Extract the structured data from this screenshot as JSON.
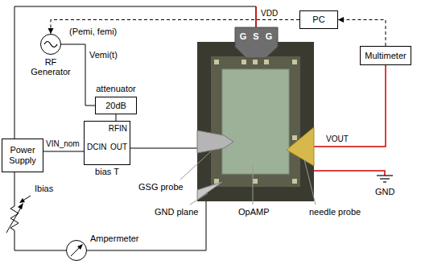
{
  "diagram": {
    "nodes": [
      {
        "text": [
          "PC"
        ]
      },
      {
        "text": [
          "Multimeter"
        ]
      },
      {
        "text": [
          "RF Generator"
        ]
      },
      {
        "text": [
          "attenuator",
          "20dB"
        ]
      },
      {
        "text": [
          "Power Supply"
        ]
      },
      {
        "text": [
          "RFIN",
          "DCIN",
          "OUT",
          "bias T"
        ]
      },
      {
        "text": [
          "G",
          "S",
          "G"
        ]
      },
      {
        "text": [
          "Ampermeter"
        ]
      }
    ],
    "edges": [
      {
        "from": 1,
        "to": 0,
        "arrow": "to"
      },
      {
        "from": 0,
        "to": 2,
        "arrow": "to"
      },
      {
        "from": 2,
        "to": 3,
        "label": "Vemi(t)",
        "arrow": "none"
      },
      {
        "from": 3,
        "to": 5,
        "arrow": "none"
      },
      {
        "from": 4,
        "to": 5,
        "label": "VIN_nom",
        "arrow": "none"
      },
      {
        "from": 5,
        "to": 6,
        "arrow": "none"
      },
      {
        "from": 4,
        "to": 6,
        "label": "VDD",
        "arrow": "none"
      },
      {
        "from": 6,
        "to": 1,
        "label": "VOUT",
        "arrow": "none"
      },
      {
        "from": 4,
        "to": 7,
        "label": "Ibias",
        "arrow": "none"
      },
      {
        "from": 7,
        "to": 6,
        "arrow": "none"
      }
    ],
    "labels": [
      "(Pemi, femi)",
      "GSG probe",
      "GND plane",
      "OpAMP",
      "needle probe",
      "GND"
    ]
  }
}
